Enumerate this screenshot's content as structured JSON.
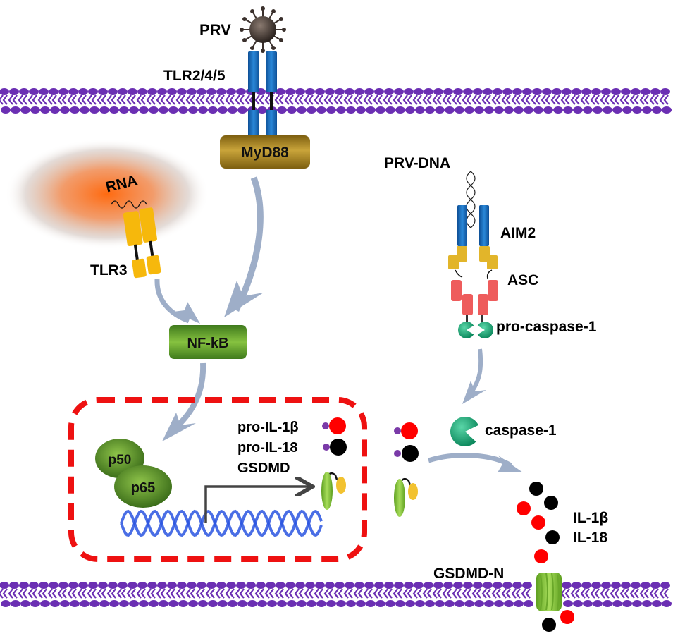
{
  "title": "PRV-induced pyroptosis signaling pathway",
  "colors": {
    "membrane": "#6b2fb3",
    "tlr_blue": "#1c6fc0",
    "tlr3_yellow": "#f6b80c",
    "myd88_gold": "#a07d1c",
    "nfkb_green": "#5e9a2c",
    "nucleus_border": "#ee1111",
    "arrow_gray": "#9eaec8",
    "asc_red": "#ee5c5c",
    "caspase_green": "#1ea77a",
    "il1b_red": "#ff0000",
    "il18_black": "#000000",
    "prodomain_purple": "#7a3aa8",
    "gsdmd_green": "#7cc33a",
    "dna_blue": "#2a55e0"
  },
  "labels": {
    "prv": "PRV",
    "tlr245": "TLR2/4/5",
    "myd88": "MyD88",
    "rna": "RNA",
    "tlr3": "TLR3",
    "nfkb": "NF-kB",
    "prv_dna": "PRV-DNA",
    "aim2": "AIM2",
    "asc": "ASC",
    "pro_caspase1": "pro-caspase-1",
    "caspase1": "caspase-1",
    "p50": "p50",
    "p65": "p65",
    "pro_il1b": "pro-IL-1β",
    "pro_il18": "pro-IL-18",
    "gsdmd": "GSDMD",
    "il1b": "IL-1β",
    "il18": "IL-18",
    "gsdmd_n": "GSDMD-N"
  }
}
